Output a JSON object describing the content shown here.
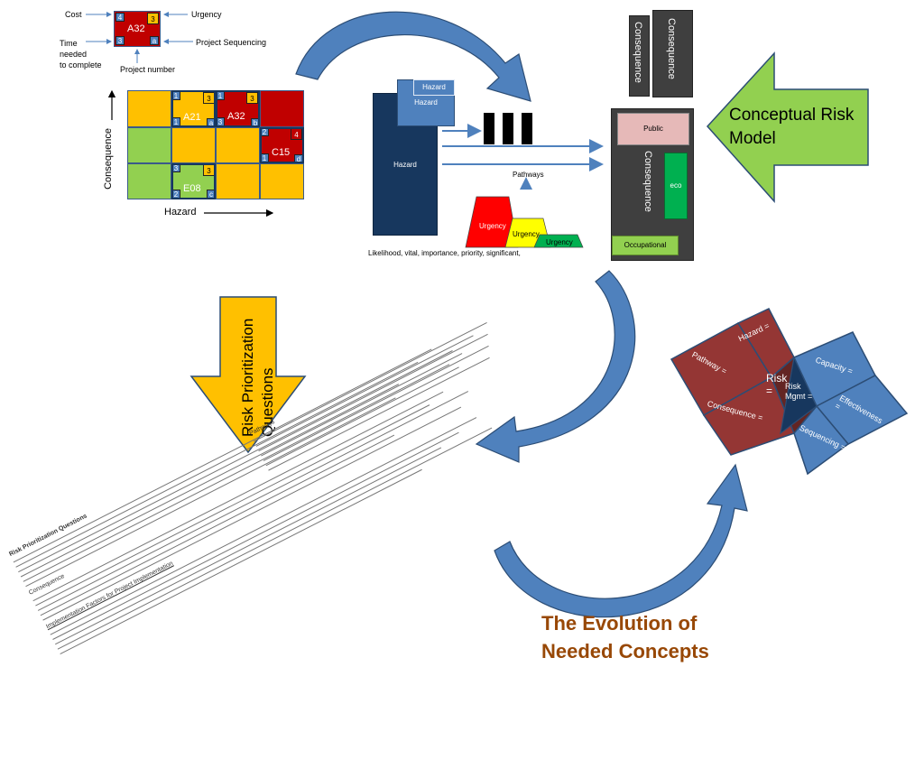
{
  "legend": {
    "cost": "Cost",
    "urgency": "Urgency",
    "time": [
      "Time",
      "needed",
      "to complete"
    ],
    "sequencing": "Project Sequencing",
    "project_number": "Project number",
    "code": "A32",
    "cost_value": "4",
    "urgency_value": "3",
    "time_value": "3",
    "seq_value": "a"
  },
  "matrix": {
    "y_axis": "Consequence",
    "x_axis": "Hazard",
    "a21": {
      "name": "A21",
      "cost": "1",
      "urgency": "3",
      "time": "1",
      "seq": "a"
    },
    "a32": {
      "name": "A32",
      "cost": "1",
      "urgency": "3",
      "time": "3",
      "seq": "b"
    },
    "c15": {
      "name": "C15",
      "cost": "2",
      "urgency": "4",
      "time": "1",
      "seq": "d"
    },
    "e08": {
      "name": "E08",
      "cost": "3",
      "urgency": "3",
      "time": "2",
      "seq": "c"
    }
  },
  "pathway_diagram": {
    "hazard_big": "Hazard",
    "hazard_mid": "Hazard",
    "hazard_small": "Hazard",
    "pathways": "Pathways",
    "urgency_red": "Urgency",
    "urgency_yellow": "Urgency",
    "urgency_green": "Urgency",
    "caption": "Likelihood, vital, importance, priority, significant,"
  },
  "consequence_panel": {
    "tall_left": "Consequence",
    "tall_right": "Consequence",
    "main": "Consequence",
    "public": "Public",
    "eco": "eco",
    "occupational": "Occupational"
  },
  "conceptual_model": "Conceptual Risk Model",
  "risk_prioritization": "Risk Prioritization Questions",
  "risk_diamond": {
    "hazard": "Hazard =",
    "pathway": "Pathway =",
    "risk": "Risk =",
    "consequence": "Consequence =",
    "risk_mgmt": "Risk Mgmt =",
    "capacity": "Capacity =",
    "effectiveness": "Effectiveness =",
    "sequencing": "Sequencing ="
  },
  "evolution_title": [
    "The Evolution of",
    "Needed Concepts"
  ],
  "document": {
    "heading": "Risk Prioritization Questions",
    "pathways": "Pathways",
    "consequence": "Consequence",
    "factors": "Implementation Factors for Project Implementation"
  },
  "colors": {
    "red": "#c00000",
    "orange": "#ffc000",
    "green": "#92d050",
    "blue": "#4f81bd",
    "navy": "#17375e",
    "brown": "#943634",
    "title": "#984806"
  }
}
